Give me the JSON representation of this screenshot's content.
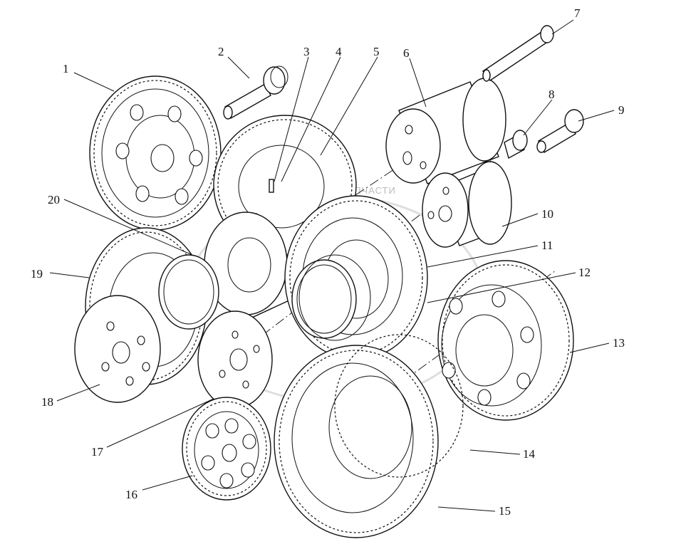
{
  "diagram": {
    "labels": [
      "1",
      "2",
      "3",
      "4",
      "5",
      "6",
      "7",
      "8",
      "9",
      "10",
      "11",
      "12",
      "13",
      "14",
      "15",
      "16",
      "17",
      "18",
      "19",
      "20"
    ],
    "watermark": "ТЕХНИКА И ЗАПЧАСТИ"
  }
}
